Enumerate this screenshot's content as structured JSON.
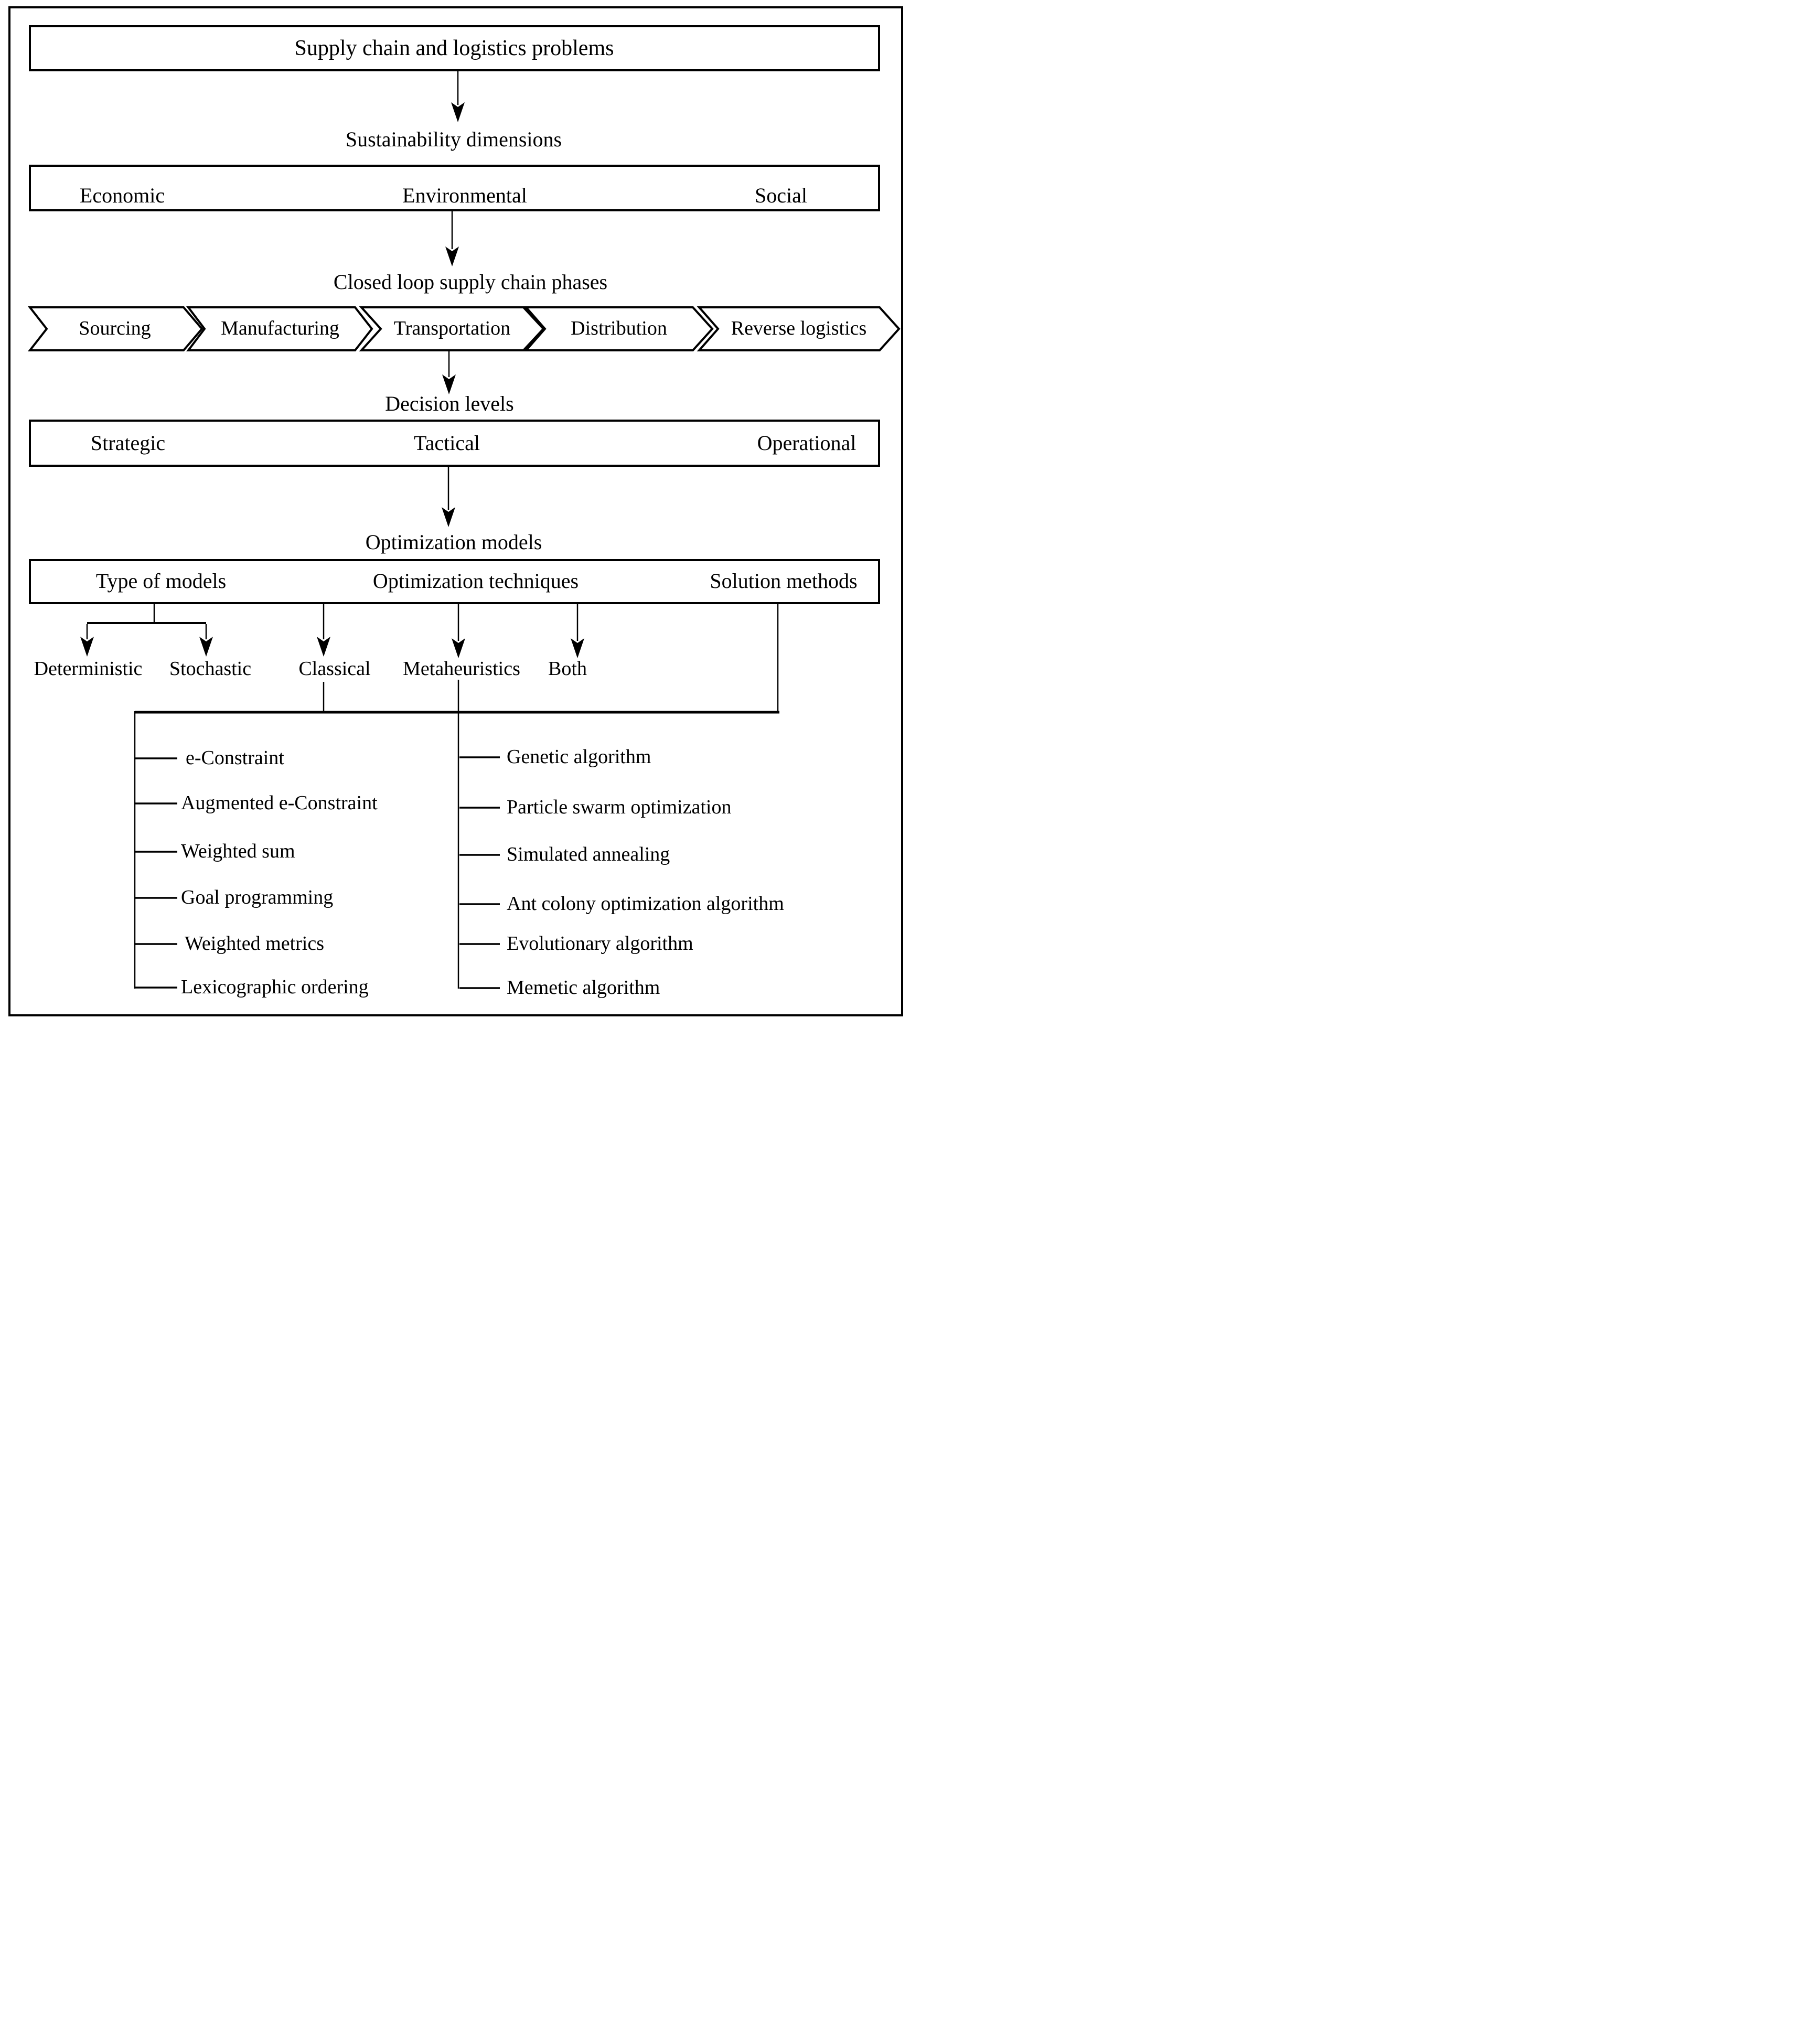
{
  "figure": {
    "colors": {
      "ink": "#000000",
      "paper": "#ffffff"
    },
    "root_box": "Supply chain and logistics problems",
    "sustainability": {
      "title": "Sustainability dimensions",
      "items": [
        "Economic",
        "Environmental",
        "Social"
      ]
    },
    "phases": {
      "title": "Closed loop supply chain phases",
      "items": [
        "Sourcing",
        "Manufacturing",
        "Transportation",
        "Distribution",
        "Reverse logistics"
      ]
    },
    "decision_levels": {
      "title": "Decision levels",
      "items": [
        "Strategic",
        "Tactical",
        "Operational"
      ]
    },
    "optimization": {
      "title": "Optimization models",
      "columns": [
        "Type of models",
        "Optimization techniques",
        "Solution methods"
      ],
      "model_types": [
        "Deterministic",
        "Stochastic"
      ],
      "techniques": [
        "Classical",
        "Metaheuristics",
        "Both"
      ],
      "classical_methods": [
        "e-Constraint",
        "Augmented e-Constraint",
        "Weighted sum",
        "Goal programming",
        "Weighted metrics",
        "Lexicographic ordering"
      ],
      "metaheuristics_methods": [
        "Genetic algorithm",
        "Particle swarm optimization",
        "Simulated annealing",
        "Ant colony optimization algorithm",
        "Evolutionary algorithm",
        "Memetic algorithm"
      ]
    }
  }
}
